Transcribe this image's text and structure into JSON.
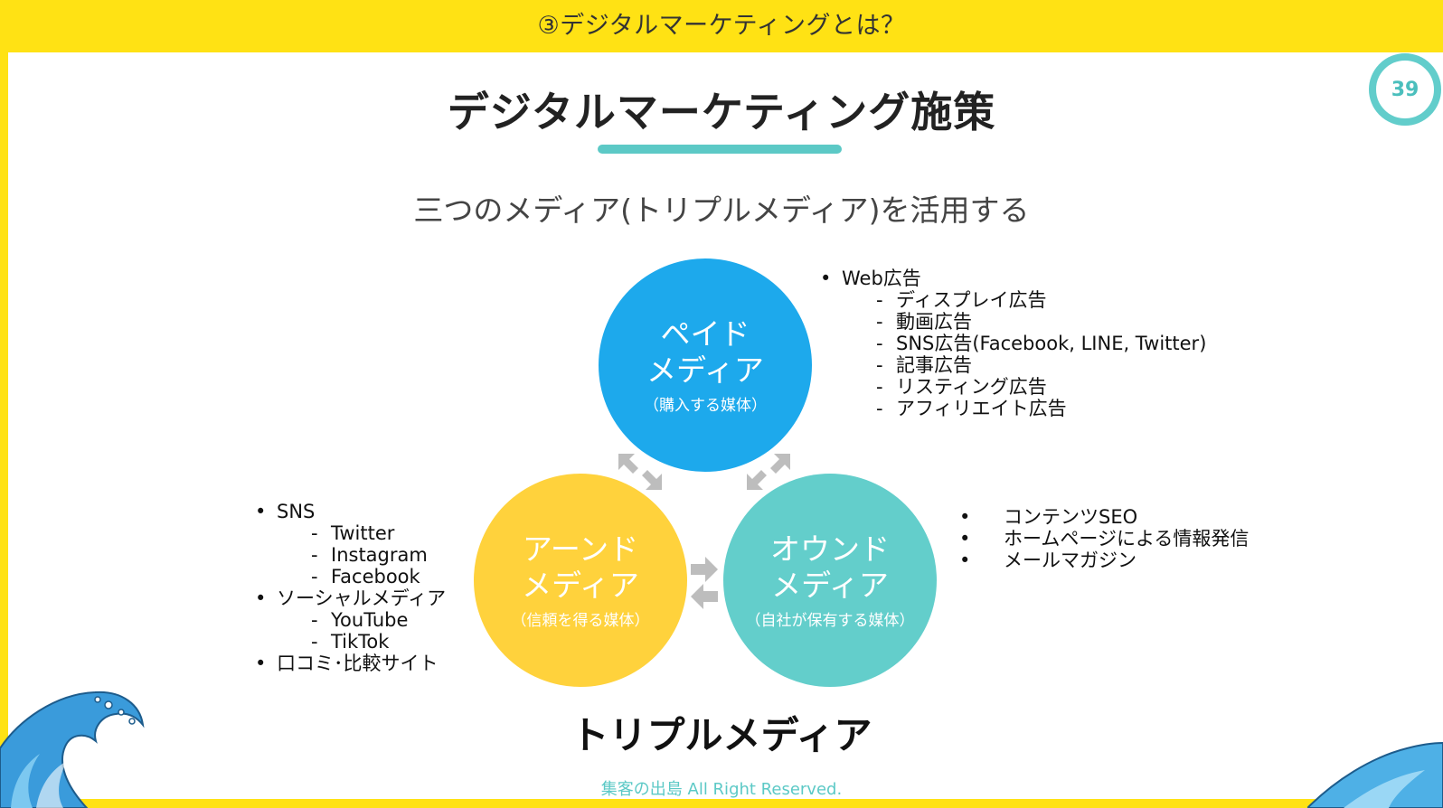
{
  "header": {
    "title": "③デジタルマーケティングとは？"
  },
  "page": {
    "number": "39"
  },
  "slide": {
    "title": "デジタルマーケティング施策",
    "subtitle": "三つのメディア(トリプルメディア)を活用する",
    "triple_label": "トリプルメディア"
  },
  "circles": {
    "paid": {
      "line1": "ペイド",
      "line2": "メディア",
      "sub": "（購入する媒体）",
      "color": "#1DA9EC"
    },
    "earned": {
      "line1": "アーンド",
      "line2": "メディア",
      "sub": "（信頼を得る媒体）",
      "color": "#FFD23C"
    },
    "owned": {
      "line1": "オウンド",
      "line2": "メディア",
      "sub": "（自社が保有する媒体）",
      "color": "#63CECB"
    }
  },
  "lists": {
    "paid": {
      "bullet": "Web広告",
      "items": [
        "ディスプレイ広告",
        "動画広告",
        "SNS広告(Facebook, LINE, Twitter)",
        "記事広告",
        "リスティング広告",
        "アフィリエイト広告"
      ]
    },
    "earned": {
      "sns": "SNS",
      "sns_items": [
        "Twitter",
        "Instagram",
        "Facebook"
      ],
      "social": "ソーシャルメディア",
      "social_items": [
        "YouTube",
        "TikTok"
      ],
      "reviews": "口コミ･比較サイト"
    },
    "owned": {
      "items": [
        "コンテンツSEO",
        "ホームページによる情報発信",
        "メールマガジン"
      ]
    }
  },
  "footer": {
    "text": "集客の出島 All Right Reserved."
  },
  "colors": {
    "frame": "#FFE214",
    "accent": "#5CC9C6",
    "arrow": "#BDBDBD"
  }
}
